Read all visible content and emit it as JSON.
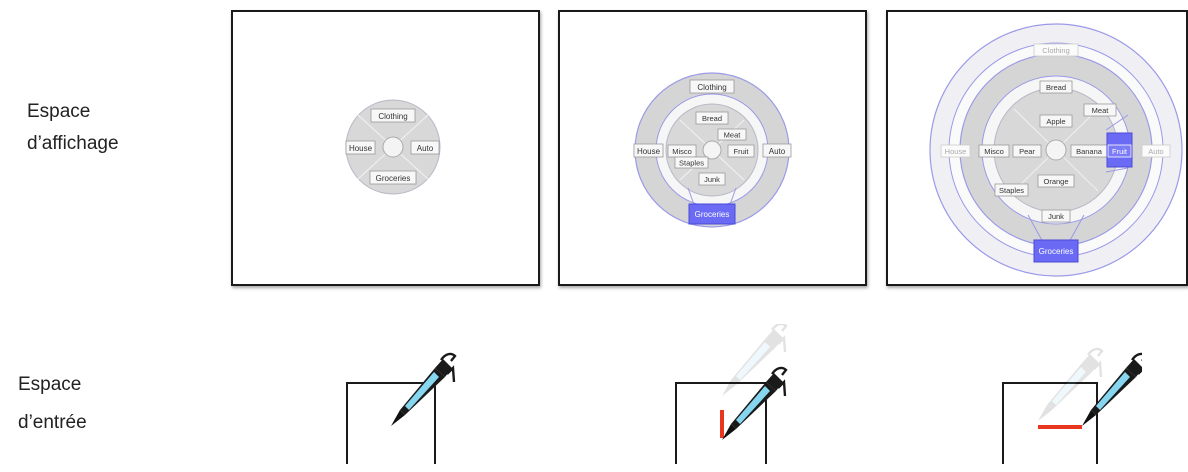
{
  "row_labels": {
    "display_line1": "Espace",
    "display_line2": "d’affichage",
    "input_line1": "Espace",
    "input_line2": "d’entrée"
  },
  "menu": {
    "clothing": "Clothing",
    "house": "House",
    "auto": "Auto",
    "groceries": "Groceries",
    "bread": "Bread",
    "meat": "Meat",
    "misco": "Misco",
    "fruit": "Fruit",
    "staples": "Staples",
    "junk": "Junk",
    "apple": "Apple",
    "pear": "Pear",
    "banana": "Banana",
    "orange": "Orange"
  },
  "colors": {
    "highlight": "#6a6af5",
    "ring_outline": "#9a9ae8",
    "stroke": "#e8371e",
    "ring_fill": "#d7d7d7"
  },
  "icons": [
    "pen-icon"
  ]
}
